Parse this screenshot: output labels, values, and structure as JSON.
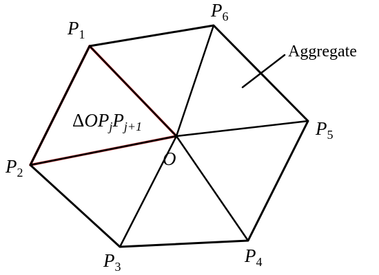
{
  "diagram": {
    "stroke_color": "#000000",
    "highlight_color": "#d42a2a",
    "center_label": {
      "main": "O",
      "sub": ""
    },
    "vertex_labels": [
      {
        "main": "P",
        "sub": "1"
      },
      {
        "main": "P",
        "sub": "2"
      },
      {
        "main": "P",
        "sub": "3"
      },
      {
        "main": "P",
        "sub": "4"
      },
      {
        "main": "P",
        "sub": "5"
      },
      {
        "main": "P",
        "sub": "6"
      }
    ],
    "triangle_label": {
      "delta": "Δ",
      "o": "O",
      "p1": "P",
      "sub1": "j",
      "p2": "P",
      "sub2": "j+1"
    },
    "aggregate_label": "Aggregate"
  }
}
